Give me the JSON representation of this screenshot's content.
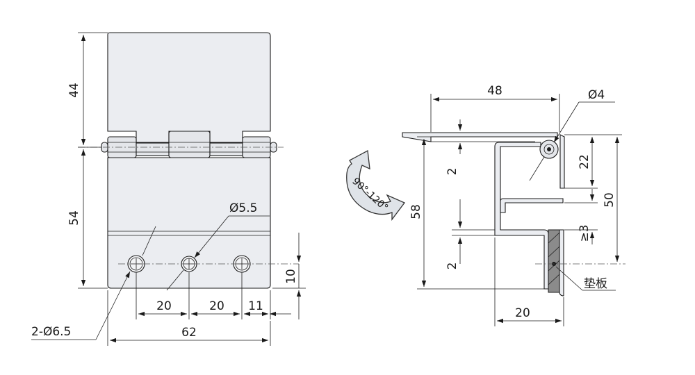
{
  "front_view": {
    "dim_upper_leaf": "44",
    "dim_lower_leaf": "54",
    "dim_hole_small": "Ø5.5",
    "dim_hole_large": "2-Ø6.5",
    "dim_pitch_1": "20",
    "dim_pitch_2": "20",
    "dim_edge": "11",
    "dim_hole_height": "10",
    "dim_width": "62"
  },
  "side_view": {
    "dim_top_length": "48",
    "dim_pin": "Ø4",
    "dim_thickness_upper": "2",
    "dim_thickness_lower": "2",
    "dim_height_58": "58",
    "dim_offset_22": "22",
    "dim_height_50": "50",
    "dim_min_3": "≥3",
    "dim_bottom_20": "20",
    "label_pad": "垫板"
  },
  "rotation": {
    "label": "90°-120°"
  },
  "colors": {
    "line": "#1a1a1a",
    "part_fill": "#ebedf1",
    "pad_fill": "#8b8b8b"
  }
}
